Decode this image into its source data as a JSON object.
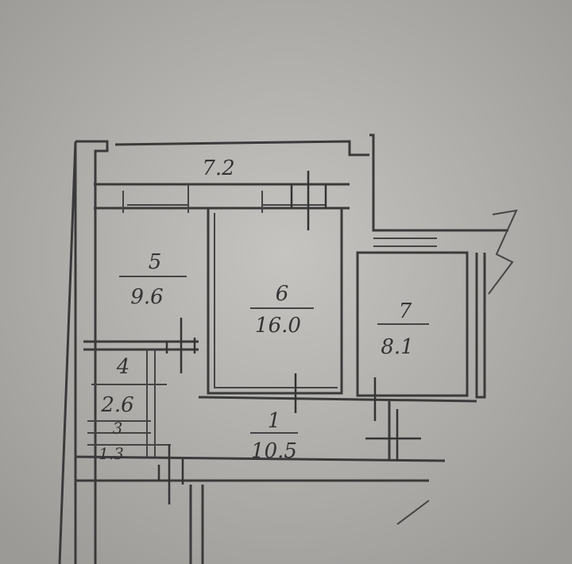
{
  "rooms": [
    {
      "number": "",
      "area": "7.2",
      "name": "balcony"
    },
    {
      "number": "5",
      "area": "9.6",
      "name": "room-5"
    },
    {
      "number": "6",
      "area": "16.0",
      "name": "room-6"
    },
    {
      "number": "7",
      "area": "8.1",
      "name": "room-7"
    },
    {
      "number": "4",
      "area": "2.6",
      "name": "room-4"
    },
    {
      "number": "3",
      "area": "1.3",
      "name": "room-3"
    },
    {
      "number": "1",
      "area": "10.5",
      "name": "room-1"
    }
  ],
  "colors": {
    "paper": "#b9b7b4",
    "ink": "#3a3a3a"
  }
}
